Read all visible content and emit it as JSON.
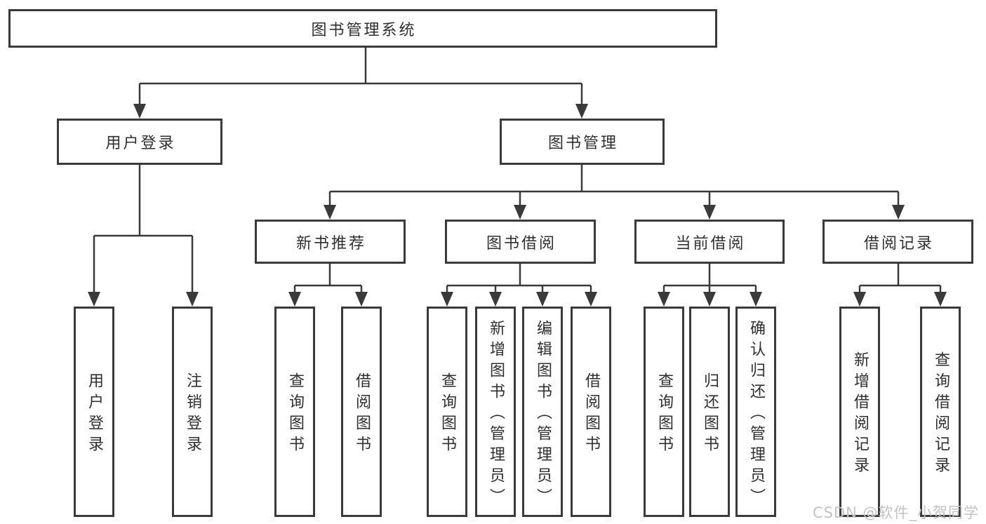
{
  "tree": {
    "root": {
      "label": "图书管理系统"
    },
    "branches": [
      {
        "label": "用户登录",
        "children": [
          {
            "label": "用户登录"
          },
          {
            "label": "注销登录"
          }
        ]
      },
      {
        "label": "图书管理",
        "children": [
          {
            "label": "新书推荐",
            "children": [
              {
                "label": "查询图书"
              },
              {
                "label": "借阅图书"
              }
            ]
          },
          {
            "label": "图书借阅",
            "children": [
              {
                "label": "查询图书"
              },
              {
                "label": "新增图书（管理员）"
              },
              {
                "label": "编辑图书（管理员）"
              },
              {
                "label": "借阅图书"
              }
            ]
          },
          {
            "label": "当前借阅",
            "children": [
              {
                "label": "查询图书"
              },
              {
                "label": "归还图书"
              },
              {
                "label": "确认归还（管理员）"
              }
            ]
          },
          {
            "label": "借阅记录",
            "children": [
              {
                "label": "新增借阅记录"
              },
              {
                "label": "查询借阅记录"
              }
            ]
          }
        ]
      }
    ]
  },
  "watermark": {
    "text": "CSDN @软件_小贺同学"
  },
  "colors": {
    "line": "#3a3a3a",
    "text": "#2f2f2f",
    "watermark": "#c3c3c3",
    "bg": "#ffffff"
  }
}
